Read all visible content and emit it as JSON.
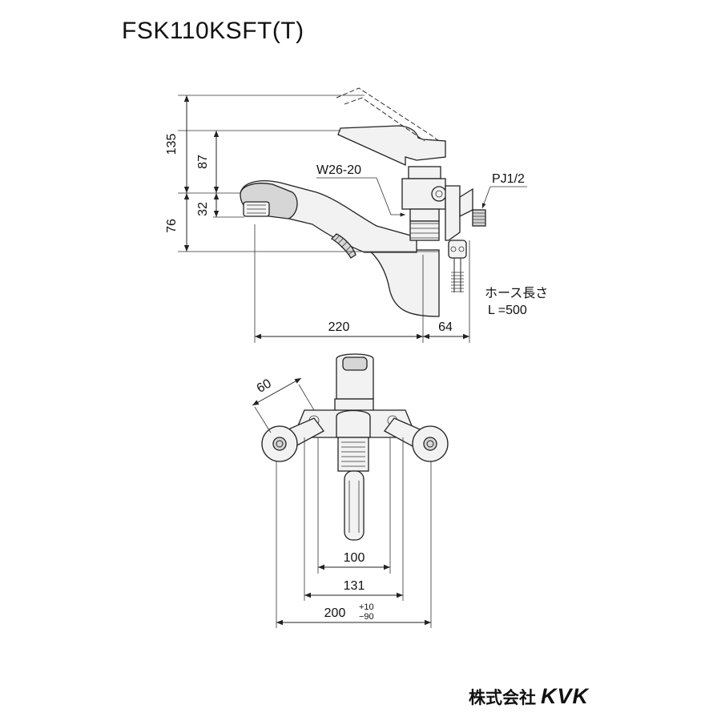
{
  "title": "FSK110KSFT(T)",
  "side_view": {
    "dims": {
      "d135": "135",
      "d87": "87",
      "d32": "32",
      "d76": "76",
      "d220": "220",
      "d64": "64"
    },
    "labels": {
      "thread": "W26-20",
      "pipe": "PJ1/2",
      "hose_line1": "ホース長さ",
      "hose_line2": "L =500"
    }
  },
  "bottom_view": {
    "dims": {
      "d60": "60",
      "d100": "100",
      "d131": "131",
      "d200": "200",
      "tol_plus": "+10",
      "tol_minus": "−90"
    }
  },
  "footer": {
    "company": "株式会社",
    "brand": "KVK"
  }
}
